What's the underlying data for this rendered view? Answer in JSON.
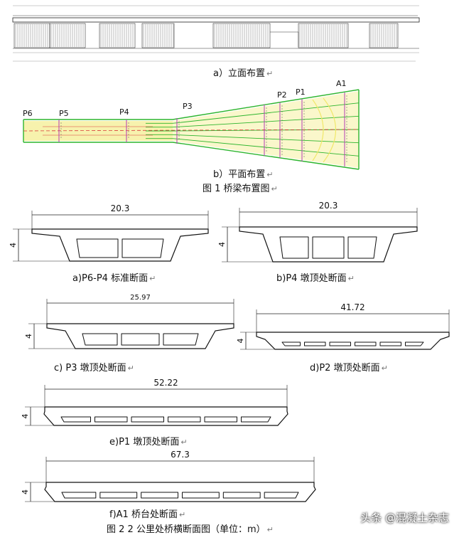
{
  "fig1": {
    "elevation_caption": "a）立面布置",
    "plan_caption": "b）平面布置",
    "title": "图 1   桥梁布置图",
    "pier_labels": [
      "P6",
      "P5",
      "P4",
      "P3",
      "P2",
      "P1",
      "A1"
    ]
  },
  "fig2": {
    "title": "图 2   2 公里处桥横断面图（单位：m）",
    "sections": [
      {
        "caption": "a)P6-P4 标准断面",
        "width_label": "20.3",
        "height_label": "4",
        "cells": 2
      },
      {
        "caption": "b)P4 墩顶处断面",
        "width_label": "20.3",
        "height_label": "4",
        "cells": 3
      },
      {
        "caption": "c) P3 墩顶处断面",
        "width_label": "25.97",
        "height_label": "4",
        "cells": 3
      },
      {
        "caption": "d)P2 墩顶处断面",
        "width_label": "41.72",
        "height_label": "4",
        "cells": 6
      },
      {
        "caption": "e)P1 墩顶处断面",
        "width_label": "52.22",
        "height_label": "4",
        "cells": 6
      },
      {
        "caption": "f)A1 桥台处断面",
        "width_label": "67.3",
        "height_label": "4",
        "cells": 6
      }
    ]
  },
  "watermark": "头条 @混凝土杂志",
  "colors": {
    "outline": "#111111",
    "plan_green": "#2db52d",
    "plan_yellow": "#f1e86a",
    "plan_red": "#d93b3b",
    "plan_magenta": "#b43cb4"
  }
}
